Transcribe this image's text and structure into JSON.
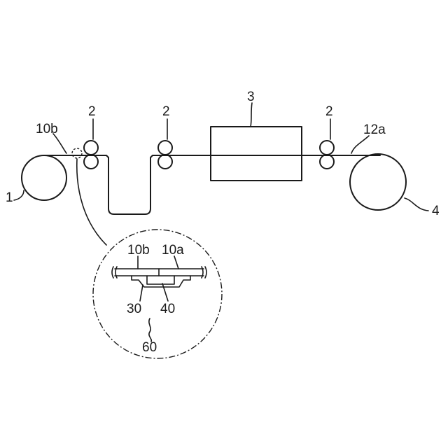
{
  "labels": {
    "supply_roll": "1",
    "roller_pair": "2",
    "processing_unit": "3",
    "take_up_roll": "4",
    "film_end_supply": "10b",
    "film_take_up": "12a",
    "detail_film_left": "10b",
    "detail_film_right": "10a",
    "detail_tape": "30",
    "detail_joint": "40",
    "detail_view": "60"
  }
}
